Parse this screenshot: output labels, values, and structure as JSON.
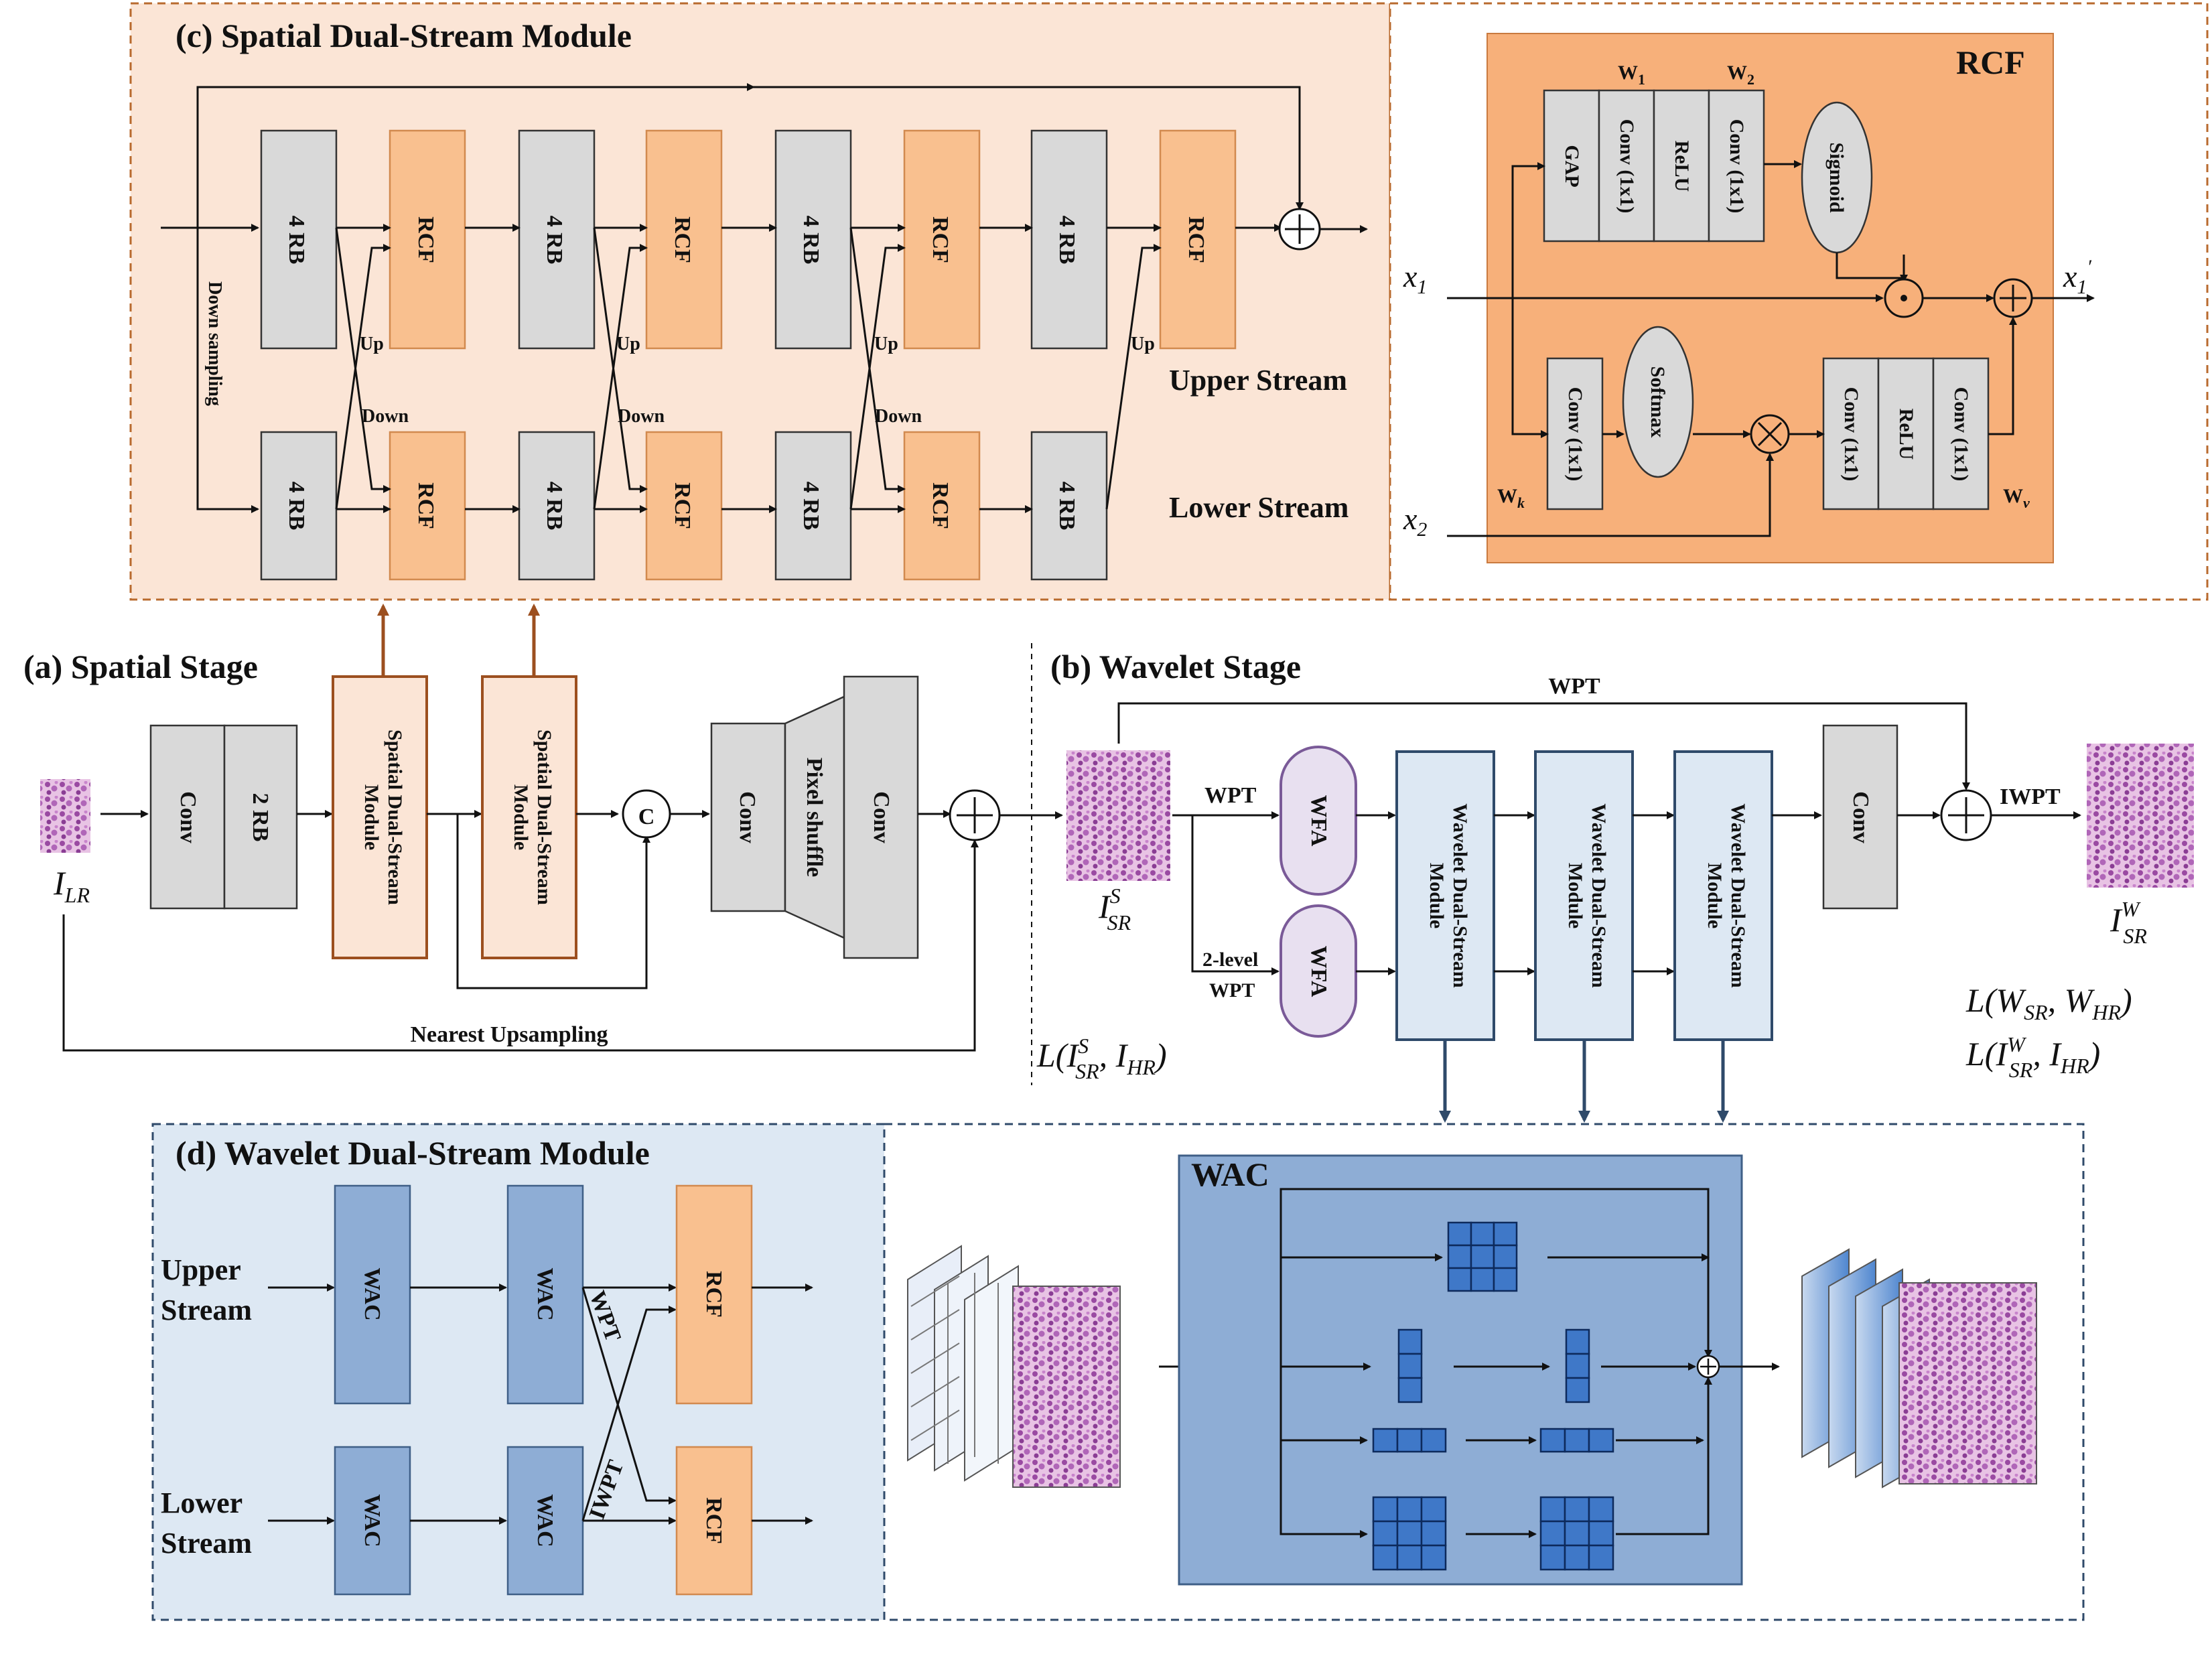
{
  "panels": {
    "c_title": "(c) Spatial Dual-Stream Module",
    "a_title": "(a) Spatial Stage",
    "b_title": "(b) Wavelet Stage",
    "d_title": "(d) Wavelet Dual-Stream Module"
  },
  "spatial_dual_stream": {
    "block_4rb": "4 RB",
    "block_rcf": "RCF",
    "down_sampling": "Down sampling",
    "up": "Up",
    "down": "Down",
    "upper_stream": "Upper Stream",
    "lower_stream": "Lower Stream"
  },
  "rcf_detail": {
    "title": "RCF",
    "gap": "GAP",
    "conv1x1": "Conv (1x1)",
    "relu": "ReLU",
    "sigmoid": "Sigmoid",
    "softmax": "Softmax",
    "w1": "W",
    "w1_sub": "1",
    "w2": "W",
    "w2_sub": "2",
    "wk": "W",
    "wk_sub": "k",
    "wv": "W",
    "wv_sub": "v",
    "x1": "x",
    "x1_sub": "1",
    "x1p": "x",
    "x1p_sub": "1",
    "x1p_sup": "′",
    "x2": "x",
    "x2_sub": "2",
    "dot_op": "⊙",
    "plus_op": "+",
    "times_op": "×"
  },
  "spatial_stage": {
    "input_label": "I",
    "input_sub": "LR",
    "conv": "Conv",
    "two_rb": "2 RB",
    "sdsm": "Spatial Dual-Stream",
    "sdsm2": "Module",
    "concat": "C",
    "pixel_shuffle": "Pixel shuffle",
    "nearest": "Nearest Upsampling"
  },
  "wavelet_stage": {
    "wpt_top": "WPT",
    "wpt": "WPT",
    "two_level": "2-level",
    "two_level_wpt": "WPT",
    "wfa": "WFA",
    "wdsm": "Wavelet Dual-Stream",
    "wdsm2": "Module",
    "conv": "Conv",
    "iwpt": "IWPT",
    "isr_s": "I",
    "isr_s_sup": "S",
    "isr_s_sub": "SR",
    "isr_w": "I",
    "isr_w_sup": "W",
    "isr_w_sub": "SR",
    "loss_spatial": "L(I",
    "loss_spatial_sup": "S",
    "loss_spatial_sub": "SR",
    "loss_spatial_tail": ", I",
    "loss_spatial_tail_sub": "HR",
    "loss_spatial_close": ")",
    "loss_w1": "L(W",
    "loss_w1_sub1": "SR",
    "loss_w1_mid": ", W",
    "loss_w1_sub2": "HR",
    "loss_w1_close": ")",
    "loss_w2": "L(I",
    "loss_w2_sup": "W",
    "loss_w2_sub1": "SR",
    "loss_w2_mid": ", I",
    "loss_w2_sub2": "HR",
    "loss_w2_close": ")"
  },
  "wavelet_dual_stream": {
    "upper": "Upper",
    "upper2": "Stream",
    "lower": "Lower",
    "lower2": "Stream",
    "wac": "WAC",
    "rcf": "RCF",
    "wpt": "WPT",
    "iwpt": "IWPT",
    "wac_title": "WAC"
  },
  "colors": {
    "gray_block": "#d9d9d9",
    "orange_block": "#f9c08f",
    "rcf_panel": "#f7b07a",
    "spatial_panel": "#fbe5d6",
    "wavelet_panel": "#dde8f3",
    "wac_panel": "#8eadd5",
    "tissue": "#b060b0"
  },
  "icons": [
    "plus-circle-icon",
    "concat-circle-icon",
    "tissue-image-icon",
    "kernel-grid-icon"
  ]
}
